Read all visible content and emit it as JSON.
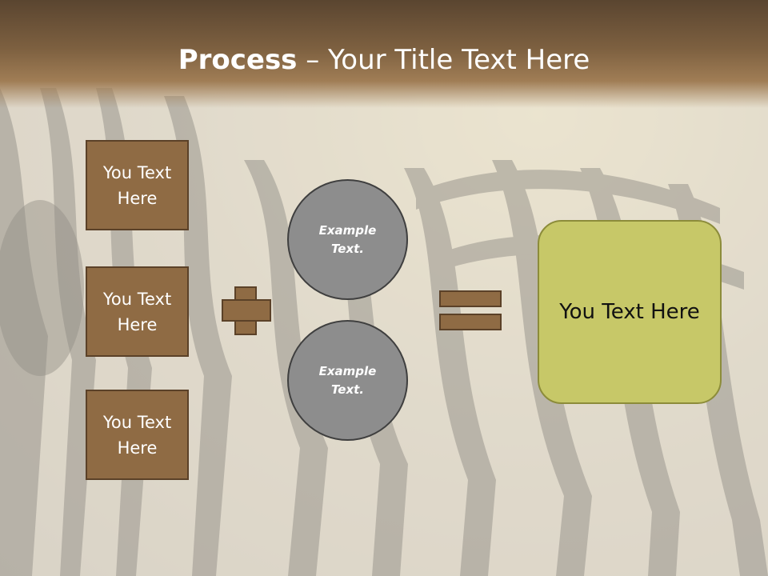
{
  "slide": {
    "title_strong": "Process",
    "title_rest": " – Your Title Text Here",
    "left_boxes": [
      {
        "label": "You Text Here"
      },
      {
        "label": "You Text Here"
      },
      {
        "label": "You Text Here"
      }
    ],
    "circles": [
      {
        "label": "Example Text."
      },
      {
        "label": "Example Text."
      }
    ],
    "result_label": "You Text Here"
  },
  "colors": {
    "header": "#7d6040",
    "box_fill": "#8f6b44",
    "box_border": "#5b4128",
    "circle_fill": "#8d8d8d",
    "result_fill": "#c7c868"
  },
  "icons": {
    "plus": "plus-icon",
    "equals": "equals-icon"
  }
}
